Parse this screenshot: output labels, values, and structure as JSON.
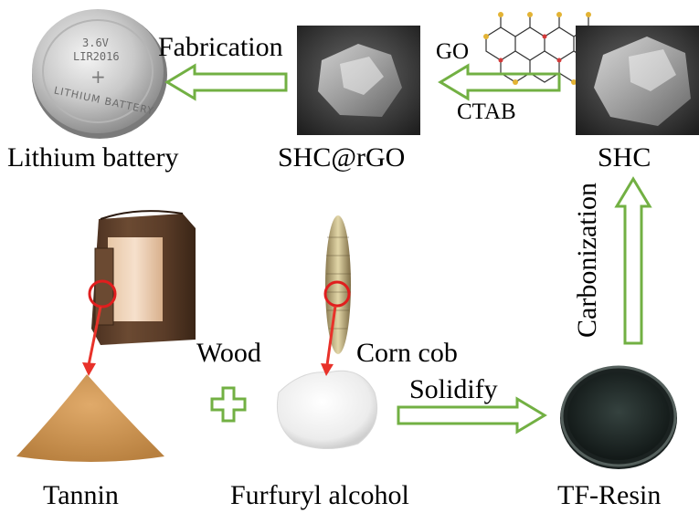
{
  "nodes": {
    "lithium_battery": "Lithium battery",
    "shc_rgo": "SHC@rGO",
    "shc": "SHC",
    "tannin": "Tannin",
    "furfuryl_alcohol": "Furfuryl alcohol",
    "tf_resin": "TF-Resin",
    "wood": "Wood",
    "corn_cob": "Corn cob"
  },
  "steps": {
    "fabrication": "Fabrication",
    "go": "GO",
    "ctab": "CTAB",
    "carbonization": "Carbonization",
    "solidify": "Solidify"
  },
  "battery_text": {
    "voltage": "3.6V",
    "model": "LIR2016",
    "plus": "+",
    "brand": "LITHIUM BATTERY"
  },
  "colors": {
    "arrow_green": "#72b043",
    "pointer_red": "#e8322a",
    "circle_red": "#e01e1e"
  }
}
